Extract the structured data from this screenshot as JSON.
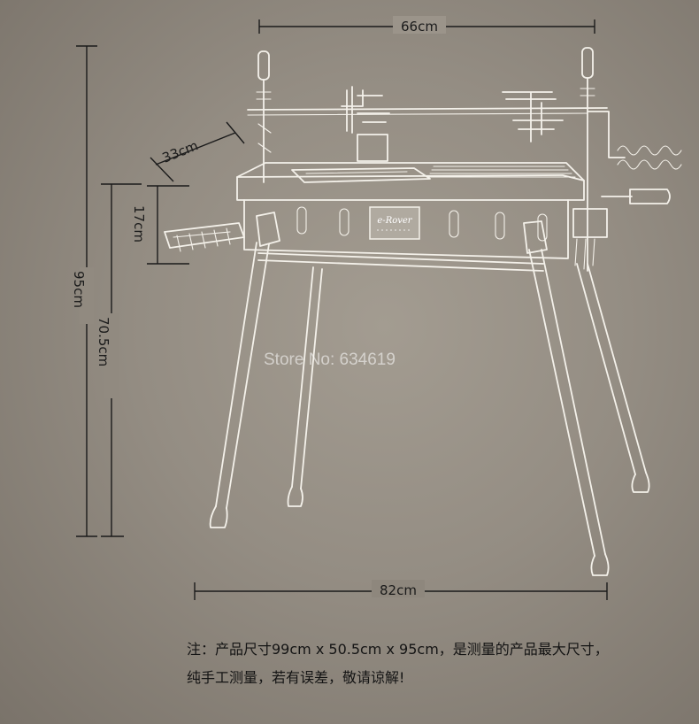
{
  "dimensions": {
    "width_top": "66cm",
    "depth": "33cm",
    "side_tray_height": "17cm",
    "total_height": "95cm",
    "grill_height": "70.5cm",
    "base_width": "82cm"
  },
  "brand_plate": {
    "logo_text": "e-Rover"
  },
  "watermark": "Store No: 634619",
  "note": {
    "line1": "注：产品尺寸99cm x 50.5cm x 95cm，是测量的产品最大尺寸，",
    "line2": "纯手工测量，若有误差，敬请谅解!"
  }
}
